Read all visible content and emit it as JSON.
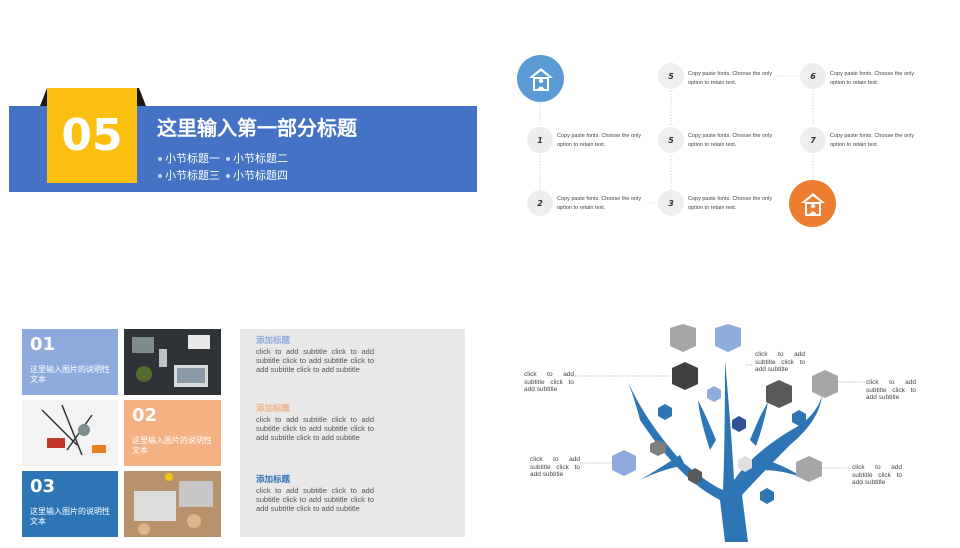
{
  "section": {
    "number": "05",
    "title": "这里输入第一部分标题",
    "subtitles": [
      "小节标题一",
      "小节标题二",
      "小节标题三",
      "小节标题四"
    ]
  },
  "process": {
    "step_text": "Copy paste fonts. Choose the only option to retain text.",
    "steps": [
      "1",
      "2",
      "3",
      "5",
      "5",
      "6",
      "7"
    ],
    "start_icon": "home-person-icon",
    "end_icon": "home-person-icon"
  },
  "gallery": {
    "tiles": [
      {
        "number": "01",
        "caption": "这里输入图片的说明性文本"
      },
      {
        "number": "02",
        "caption": "这里输入图片的说明性文本"
      },
      {
        "number": "03",
        "caption": "这里输入图片的说明性文本"
      }
    ],
    "panel": [
      {
        "heading": "添加标题",
        "body": "click to add subtitle click to add subtitle click to add subtitle click to add subtitle click to add subtitle"
      },
      {
        "heading": "添加标题",
        "body": "click to add subtitle click to add subtitle click to add subtitle click to add subtitle click to add subtitle"
      },
      {
        "heading": "添加标题",
        "body": "click to add subtitle click to add subtitle click to add subtitle click to add subtitle click to add subtitle"
      }
    ]
  },
  "tree": {
    "labels": [
      "click to add subtitle click to add subtitle",
      "click to add subtitle click to add subtitle",
      "click to add subtitle click to add subtitle",
      "click to add subtitle click to add subtitle",
      "click to add subtitle click to add subtitle"
    ]
  },
  "colors": {
    "blue": "#4472c4",
    "yellow": "#fbbf10",
    "light_blue": "#8faadc",
    "peach": "#f4b183",
    "dark_blue": "#2e75b6",
    "orange": "#ed7d31"
  }
}
